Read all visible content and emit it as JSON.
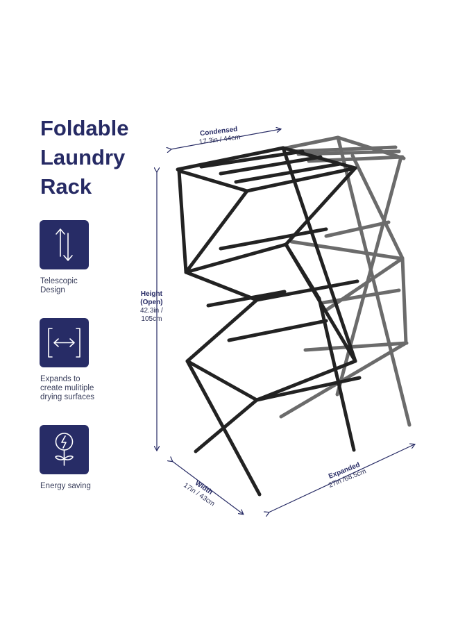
{
  "title_lines": [
    "Foldable",
    "Laundry",
    "Rack"
  ],
  "features": [
    {
      "icon": "telescopic-arrows-icon",
      "lines": [
        "Telescopic",
        "Design"
      ]
    },
    {
      "icon": "expand-arrows-icon",
      "lines": [
        "Expands to",
        "create mulitiple",
        "drying surfaces"
      ]
    },
    {
      "icon": "energy-bulb-icon",
      "lines": [
        "Energy saving"
      ]
    }
  ],
  "dimensions": {
    "condensed": {
      "label": "Condensed",
      "value": "17.3in / 44cm"
    },
    "height": {
      "label_line1": "Height",
      "label_line2": "(Open)",
      "value_line1": "42.3in /",
      "value_line2": "105cm"
    },
    "width": {
      "label": "Width",
      "value": "17in / 43cm"
    },
    "expanded": {
      "label": "Expanded",
      "value": "27in /68.5cm"
    }
  },
  "colors": {
    "brand_navy": "#262a64",
    "rack_dark": "#222222",
    "rack_gray": "#6b6b6b"
  }
}
